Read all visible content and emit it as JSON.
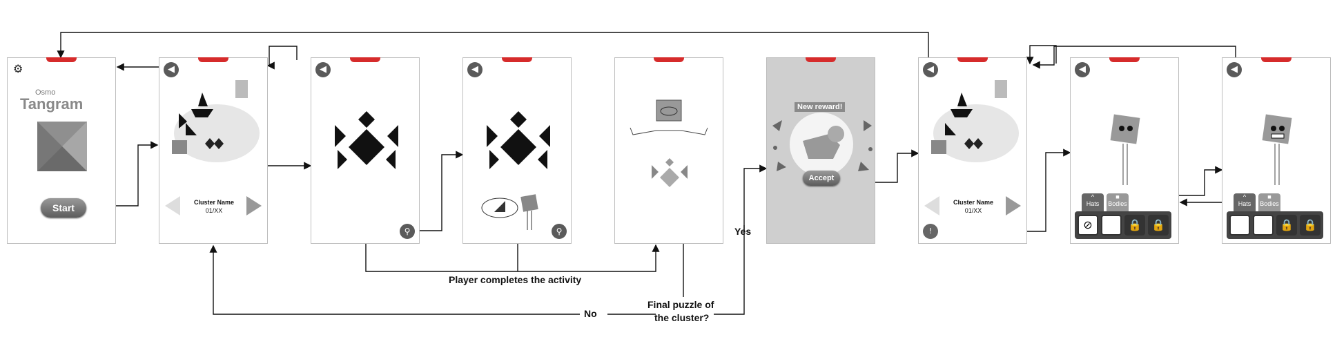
{
  "labels": {
    "player_completes": "Player completes the activity",
    "no": "No",
    "yes": "Yes",
    "final_puzzle": "Final puzzle of",
    "final_puzzle_2": "the cluster?"
  },
  "screen1": {
    "brand_small": "Osmo",
    "brand_big": "Tangram",
    "start": "Start"
  },
  "screen2": {
    "cluster_name": "Cluster Name",
    "cluster_count": "01/XX"
  },
  "screen6": {
    "new_reward": "New reward!",
    "accept": "Accept"
  },
  "screen7": {
    "cluster_name": "Cluster Name",
    "cluster_count": "01/XX"
  },
  "screen8": {
    "hats": "Hats",
    "bodies": "Bodies"
  },
  "screen9": {
    "hats": "Hats",
    "bodies": "Bodies"
  },
  "colors": {
    "accent_red": "#d62b2b",
    "ink": "#111111",
    "frame": "#bdbdbd",
    "reward_bg": "#cfcfcf"
  },
  "icons": [
    "gear-icon",
    "back-arrow-icon",
    "magnifier-icon",
    "lock-icon",
    "forbidden-icon",
    "hat-icon",
    "body-icon"
  ]
}
